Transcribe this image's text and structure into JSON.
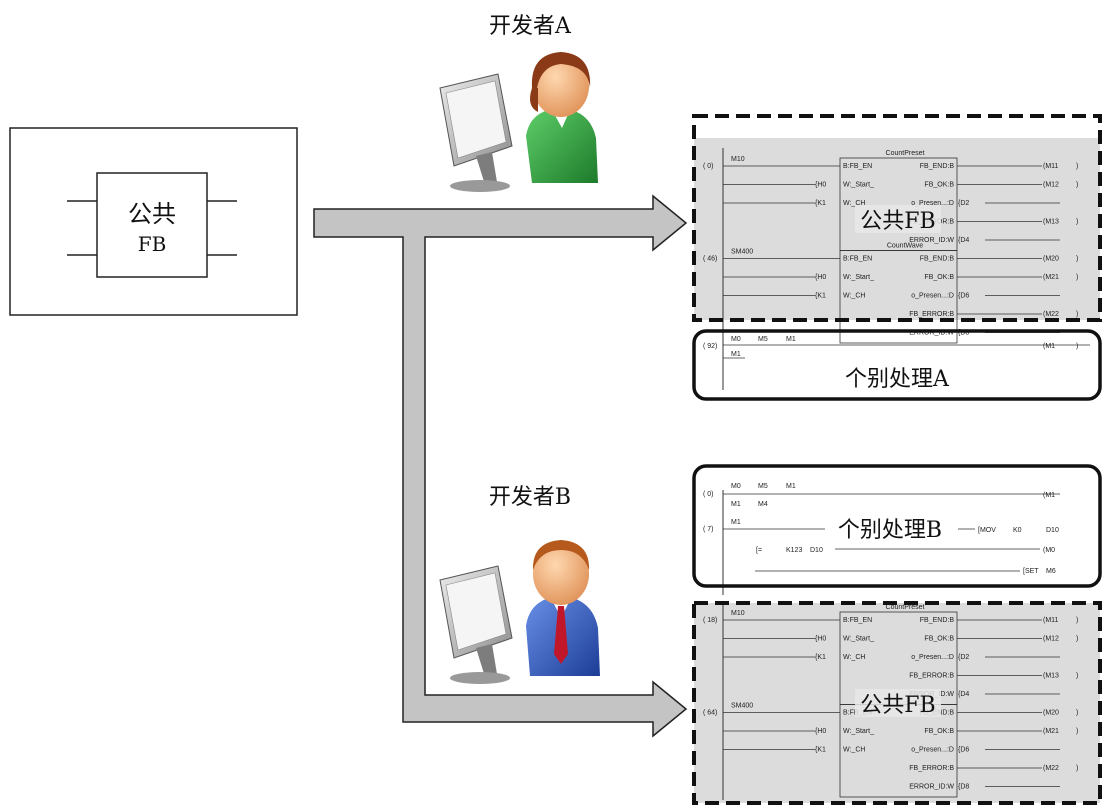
{
  "fb_block": {
    "line1": "公共",
    "line2": "FB"
  },
  "developer_a": {
    "label": "开发者A"
  },
  "developer_b": {
    "label": "开发者B"
  },
  "ladder_a": {
    "common_label": "公共FB",
    "individual_label": "个别处理A",
    "fb1_name": "CountPreset",
    "fb2_name": "CountWave",
    "rows": [
      {
        "step": "0",
        "contact": "M10",
        "in": "B:FB_EN",
        "out": "FB_END:B",
        "coil": "M11"
      },
      {
        "coil_in": "H0",
        "in": "W:_Start_",
        "out": "FB_OK:B",
        "coil": "M12"
      },
      {
        "coil_in": "K1",
        "in": "W:_CH",
        "out": "o_Presen...:D",
        "dst": "D2"
      },
      {
        "out": "FB_ERROR:B",
        "coil": "M13"
      },
      {
        "out": "ERROR_ID:W",
        "dst": "D4"
      },
      {
        "step": "46",
        "contact": "SM400",
        "in": "B:FB_EN",
        "out": "FB_END:B",
        "coil": "M20"
      },
      {
        "coil_in": "H0",
        "in": "W:_Start_",
        "out": "FB_OK:B",
        "coil": "M21"
      },
      {
        "coil_in": "K1",
        "in": "W:_CH",
        "out": "o_Presen...:D",
        "dst": "D6"
      },
      {
        "out": "FB_ERROR:B",
        "coil": "M22"
      },
      {
        "out": "ERROR_ID:W",
        "dst": "D8"
      }
    ],
    "individual_rung": {
      "step": "92",
      "contacts": [
        "M0",
        "M5",
        "M1"
      ],
      "parallel": "M1",
      "coil": "M1"
    }
  },
  "ladder_b": {
    "common_label": "公共FB",
    "individual_label": "个别处理B",
    "individual_rows": [
      {
        "step": "0",
        "contacts": [
          "M0",
          "M5",
          "M1"
        ],
        "coil": "M1",
        "parallel": [
          "M1",
          "M4"
        ]
      },
      {
        "step": "7",
        "contact": "M1",
        "instr": "MOV",
        "src": "K0",
        "dst": "D10",
        "cmp": "=",
        "cmp_a": "K123",
        "cmp_b": "D10",
        "coil2": "M0",
        "set_instr": "SET",
        "set_dev": "M6"
      }
    ],
    "fb1_name": "CountPreset",
    "rows": [
      {
        "step": "18",
        "contact": "M10",
        "in": "B:FB_EN",
        "out": "FB_END:B",
        "coil": "M11"
      },
      {
        "coil_in": "H0",
        "in": "W:_Start_",
        "out": "FB_OK:B",
        "coil": "M12"
      },
      {
        "coil_in": "K1",
        "in": "W:_CH",
        "out": "o_Presen...:D",
        "dst": "D2"
      },
      {
        "out": "FB_ERROR:B",
        "coil": "M13"
      },
      {
        "out": "ERROR_ID:W",
        "dst": "D4"
      },
      {
        "step": "64",
        "contact": "SM400",
        "in": "B:FB_EN",
        "out": "FB_END:B",
        "coil": "M20"
      },
      {
        "coil_in": "H0",
        "in": "W:_Start_",
        "out": "FB_OK:B",
        "coil": "M21"
      },
      {
        "coil_in": "K1",
        "in": "W:_CH",
        "out": "o_Presen...:D",
        "dst": "D6"
      },
      {
        "out": "FB_ERROR:B",
        "coil": "M22"
      },
      {
        "out": "ERROR_ID:W",
        "dst": "D8"
      }
    ]
  },
  "colors": {
    "ladder_bg": "#dcdcdc",
    "arrow_fill": "#c4c4c4",
    "fb_name": "#d02a8a",
    "skin": "#f5b884",
    "hair_a": "#8a3a16",
    "hair_b": "#b55a1c",
    "shirt_a": "#2f9a3c",
    "shirt_b": "#2f58b8",
    "tie": "#c0182a"
  }
}
